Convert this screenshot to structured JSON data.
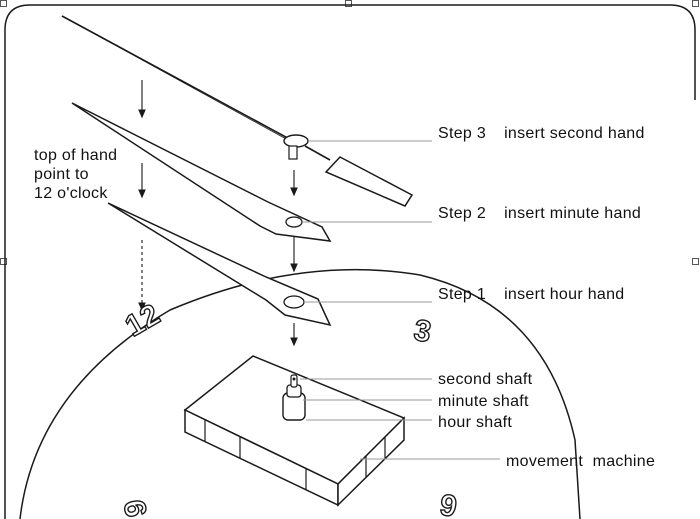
{
  "steps": [
    {
      "step": "Step 3",
      "action": "insert second hand"
    },
    {
      "step": "Step 2",
      "action": "insert minute hand"
    },
    {
      "step": "Step 1",
      "action": "insert hour hand"
    }
  ],
  "note_lines": [
    "top of hand",
    "point to",
    "12 o'clock"
  ],
  "parts": {
    "second_shaft": "second shaft",
    "minute_shaft": "minute shaft",
    "hour_shaft": "hour shaft",
    "movement": "movement  machine"
  },
  "dial_numerals": [
    "12",
    "3",
    "9",
    "6"
  ],
  "colors": {
    "line": "#1a1a1a",
    "leader": "#9a9a9a",
    "background": "#ffffff"
  }
}
